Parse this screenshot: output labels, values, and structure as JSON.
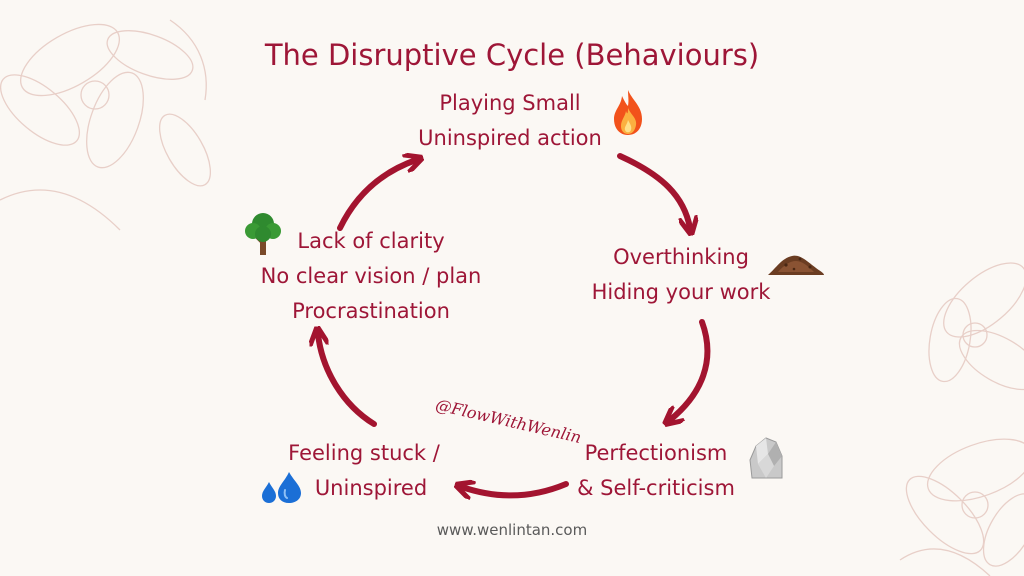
{
  "title": "The Disruptive Cycle (Behaviours)",
  "nodes": {
    "top": {
      "line1": "Playing Small",
      "line2": "Uninspired action",
      "icon": "fire-icon"
    },
    "right": {
      "line1": "Overthinking",
      "line2": "Hiding your work",
      "icon": "soil-pile-icon"
    },
    "bottom_right": {
      "line1": "Perfectionism",
      "line2": "& Self-criticism",
      "icon": "rock-icon"
    },
    "bottom_left": {
      "line1": "Feeling stuck /",
      "line2": "Uninspired",
      "icon": "water-drops-icon"
    },
    "left": {
      "line1": "Lack of clarity",
      "line2": "No clear vision / plan",
      "line3": "Procrastination",
      "icon": "tree-icon"
    }
  },
  "handle": "@FlowWithWenlin",
  "website": "www.wenlintan.com",
  "colors": {
    "accent": "#9e1637",
    "arrow": "#a3142f",
    "background": "#fbf8f4",
    "floral_outline": "#e8cfc8"
  }
}
